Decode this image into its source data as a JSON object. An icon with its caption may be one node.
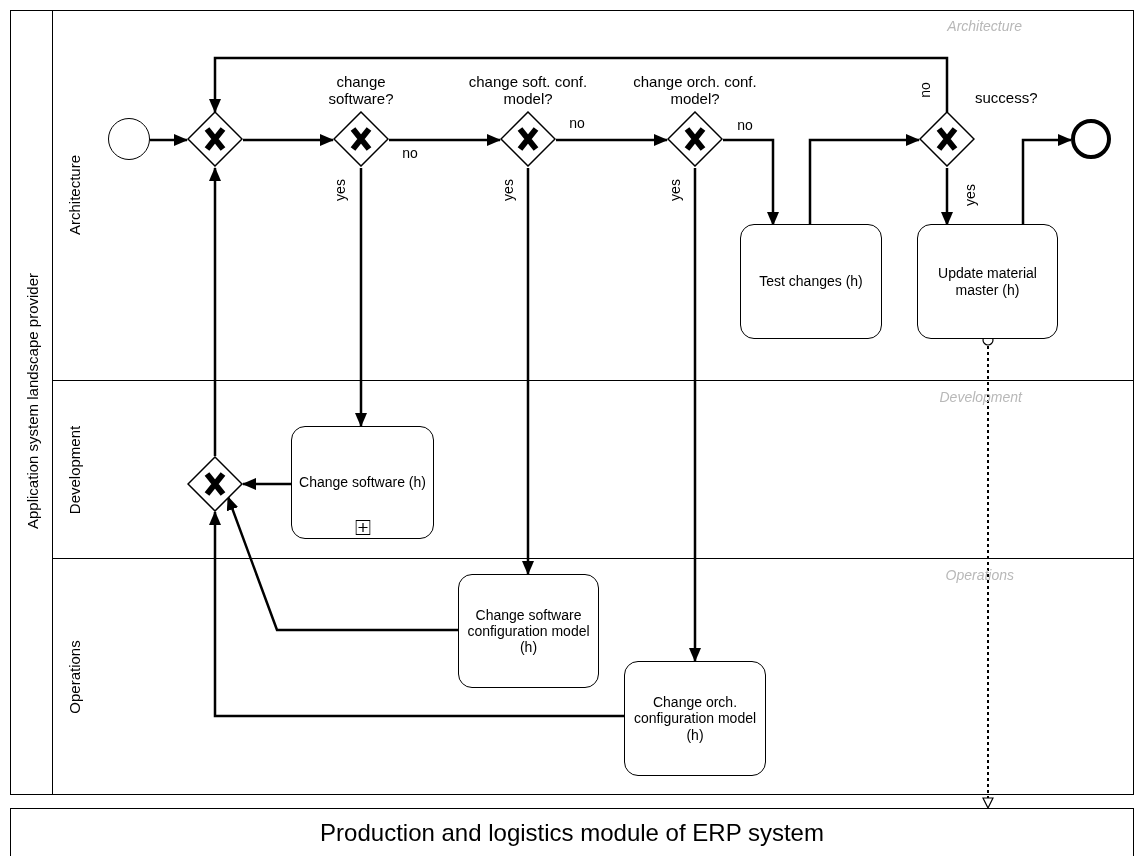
{
  "diagram": {
    "nodes": [
      {
        "text": [
          "Application system landscape provider"
        ]
      },
      {
        "text": [
          "Architecture",
          "Architecture"
        ],
        "in": 0
      },
      {
        "text": [
          "Development",
          "Development"
        ],
        "in": 0
      },
      {
        "text": [
          "Operations",
          "Operations"
        ],
        "in": 0
      },
      {
        "text": [],
        "shape": "circle",
        "in": 1
      },
      {
        "text": [],
        "shape": "diamond",
        "in": 1
      },
      {
        "text": [
          "change software?"
        ],
        "in": 1
      },
      {
        "text": [
          "change soft. conf. model?"
        ],
        "in": 1
      },
      {
        "text": [
          "change orch. conf. model?"
        ],
        "in": 1
      },
      {
        "text": [
          "Test changes (h)"
        ],
        "in": 1
      },
      {
        "text": [
          "success?"
        ],
        "in": 1
      },
      {
        "text": [
          "Update material master (h)"
        ],
        "in": 1
      },
      {
        "text": [],
        "shape": "circle",
        "in": 1
      },
      {
        "text": [],
        "shape": "diamond",
        "in": 2
      },
      {
        "text": [
          "Change software (h)"
        ],
        "in": 2
      },
      {
        "text": [
          "Change software configuration model (h)"
        ],
        "in": 3
      },
      {
        "text": [
          "Change orch. configuration model (h)"
        ],
        "in": 3
      },
      {
        "text": [
          "Production and logistics module of ERP system"
        ]
      }
    ],
    "edges": [
      {
        "from": 4,
        "to": 5,
        "arrow": "to"
      },
      {
        "from": 5,
        "to": 6,
        "arrow": "to"
      },
      {
        "from": 6,
        "to": 7,
        "arrow": "to",
        "label": "no"
      },
      {
        "from": 7,
        "to": 8,
        "arrow": "to",
        "label": "no"
      },
      {
        "from": 8,
        "to": 9,
        "arrow": "to",
        "label": "no"
      },
      {
        "from": 9,
        "to": 10,
        "arrow": "to"
      },
      {
        "from": 10,
        "to": 11,
        "arrow": "to",
        "label": "yes"
      },
      {
        "from": 11,
        "to": 12,
        "arrow": "to"
      },
      {
        "from": 10,
        "to": 5,
        "arrow": "to",
        "label": "no"
      },
      {
        "from": 6,
        "to": 14,
        "arrow": "to",
        "label": "yes"
      },
      {
        "from": 7,
        "to": 15,
        "arrow": "to",
        "label": "yes"
      },
      {
        "from": 8,
        "to": 16,
        "arrow": "to",
        "label": "yes"
      },
      {
        "from": 14,
        "to": 13,
        "arrow": "to"
      },
      {
        "from": 15,
        "to": 13,
        "arrow": "to"
      },
      {
        "from": 16,
        "to": 13,
        "arrow": "to"
      },
      {
        "from": 13,
        "to": 5,
        "arrow": "to"
      },
      {
        "from": 11,
        "to": 17,
        "arrow": "to",
        "style": "dashed"
      }
    ]
  }
}
